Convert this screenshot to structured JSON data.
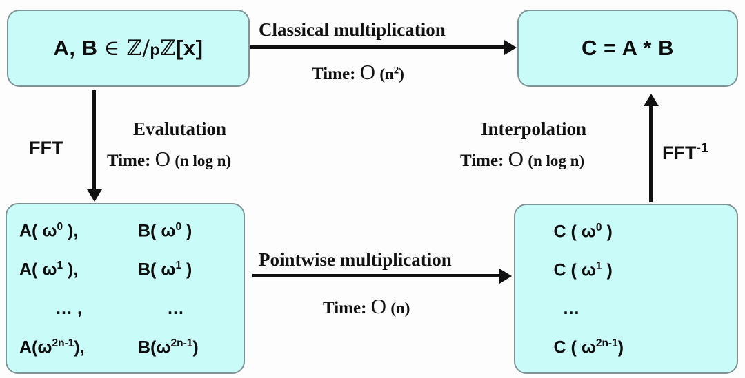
{
  "diagram": {
    "title": "FFT-based polynomial multiplication flow",
    "colors": {
      "node_fill": "#c9fbf8",
      "node_border": "#7e9496",
      "arrow": "#111111",
      "background": "#fdfdfd"
    },
    "nodes": {
      "polynomials": {
        "name": "A, B in Z/pZ[x]",
        "prefix": "A, B ",
        "member": "∈",
        "ring_z1": "ℤ",
        "slash": "/",
        "p": "p",
        "ring_z2": "ℤ",
        "bracket": "[x]"
      },
      "product": {
        "label": "C = A * B"
      },
      "evaluations": {
        "rows": [
          {
            "left": "A( ω",
            "left_exp": "0",
            "left_close": " ),",
            "right": "B( ω",
            "right_exp": "0",
            "right_close": " )"
          },
          {
            "left": "A( ω",
            "left_exp": "1",
            "left_close": " ),",
            "right": "B( ω",
            "right_exp": "1",
            "right_close": " )"
          },
          {
            "left": "…",
            "left_exp": "",
            "left_close": " ,",
            "right": "…",
            "right_exp": "",
            "right_close": ""
          },
          {
            "left": "A(ω",
            "left_exp": "2n-1",
            "left_close": "),",
            "right": "B(ω",
            "right_exp": "2n-1",
            "right_close": ")"
          }
        ]
      },
      "c_evaluations": {
        "rows": [
          {
            "text": "C (  ω",
            "exp": "0",
            "close": " )"
          },
          {
            "text": "C (  ω",
            "exp": "1",
            "close": " )"
          },
          {
            "text": "…",
            "exp": "",
            "close": ""
          },
          {
            "text": "C ( ω",
            "exp": "2n-1",
            "close": ")"
          }
        ]
      }
    },
    "edges": {
      "classical": {
        "title": "Classical multiplication",
        "time_prefix": "Time:",
        "time_bigO": "O",
        "time_arg_open": "(n",
        "time_arg_exp": "2",
        "time_arg_close": ")"
      },
      "evaluation": {
        "side_label": "FFT",
        "title": "Evalutation",
        "time_prefix": "Time:",
        "time_bigO": "O",
        "time_arg": "(n log n)"
      },
      "interpolation": {
        "side_label": "FFT",
        "side_label_exp": "-1",
        "title": "Interpolation",
        "time_prefix": "Time:",
        "time_bigO": "O",
        "time_arg": "(n log n)"
      },
      "pointwise": {
        "title": "Pointwise  multiplication",
        "time_prefix": "Time:",
        "time_bigO": "O",
        "time_arg": "(n)"
      }
    }
  }
}
